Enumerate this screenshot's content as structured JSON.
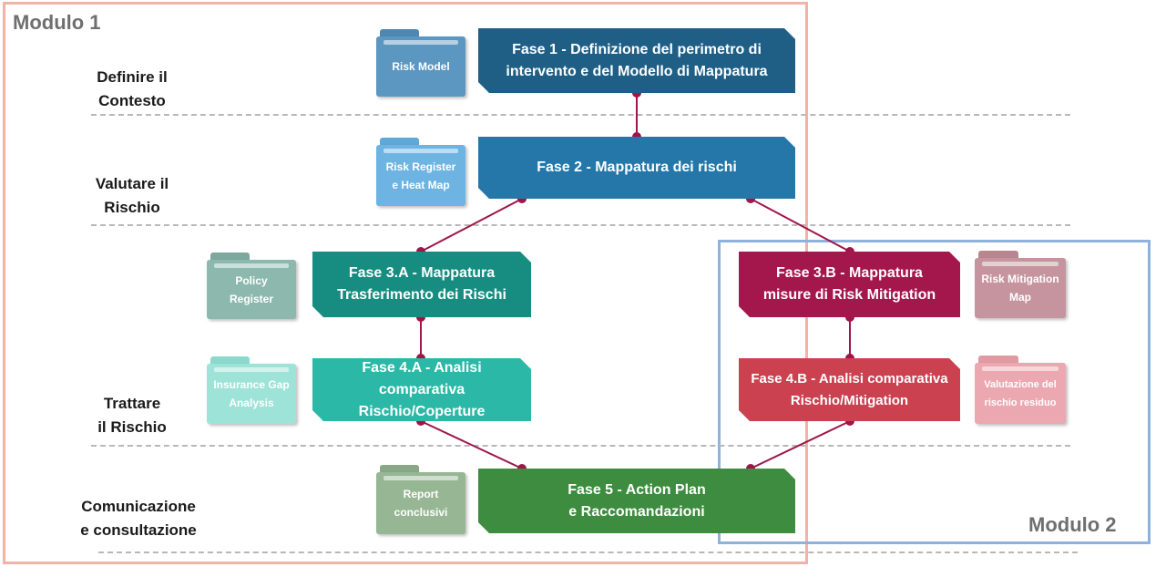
{
  "modules": {
    "m1": "Modulo 1",
    "m2": "Modulo 2"
  },
  "stages": {
    "contesto": [
      "Definire il",
      "Contesto"
    ],
    "rischio": [
      "Valutare il",
      "Rischio"
    ],
    "trattare": [
      "Trattare",
      "il Rischio"
    ],
    "comunicazione": [
      "Comunicazione",
      "e consultazione"
    ]
  },
  "fasi": {
    "f1": [
      "Fase 1 - Definizione del perimetro di",
      "intervento e del Modello di Mappatura"
    ],
    "f2": [
      "Fase 2 - Mappatura dei rischi"
    ],
    "f3a": [
      "Fase 3.A - Mappatura",
      "Trasferimento dei Rischi"
    ],
    "f3b": [
      "Fase 3.B - Mappatura",
      "misure di Risk Mitigation"
    ],
    "f4a": [
      "Fase 4.A - Analisi comparativa",
      "Rischio/Coperture"
    ],
    "f4b": [
      "Fase 4.B - Analisi comparativa",
      "Rischio/Mitigation"
    ],
    "f5": [
      "Fase 5 - Action Plan",
      "e Raccomandazioni"
    ]
  },
  "folders": {
    "risk_model": [
      "Risk Model"
    ],
    "risk_register": [
      "Risk Register",
      "e Heat Map"
    ],
    "policy_register": [
      "Policy",
      "Register"
    ],
    "insurance_gap": [
      "Insurance Gap",
      "Analysis"
    ],
    "report": [
      "Report",
      "conclusivi"
    ],
    "risk_mitigation_map": [
      "Risk Mitigation",
      "Map"
    ],
    "valutazione": [
      "Valutazione del",
      "rischio residuo"
    ]
  },
  "colors": {
    "f1": "#1f5f86",
    "f2": "#2477a8",
    "f3a": "#178c80",
    "f4a": "#2bb8a6",
    "f5": "#3d8c3f",
    "f3b": "#a3174d",
    "f4b": "#cb4150",
    "connector": "#a0154a"
  }
}
